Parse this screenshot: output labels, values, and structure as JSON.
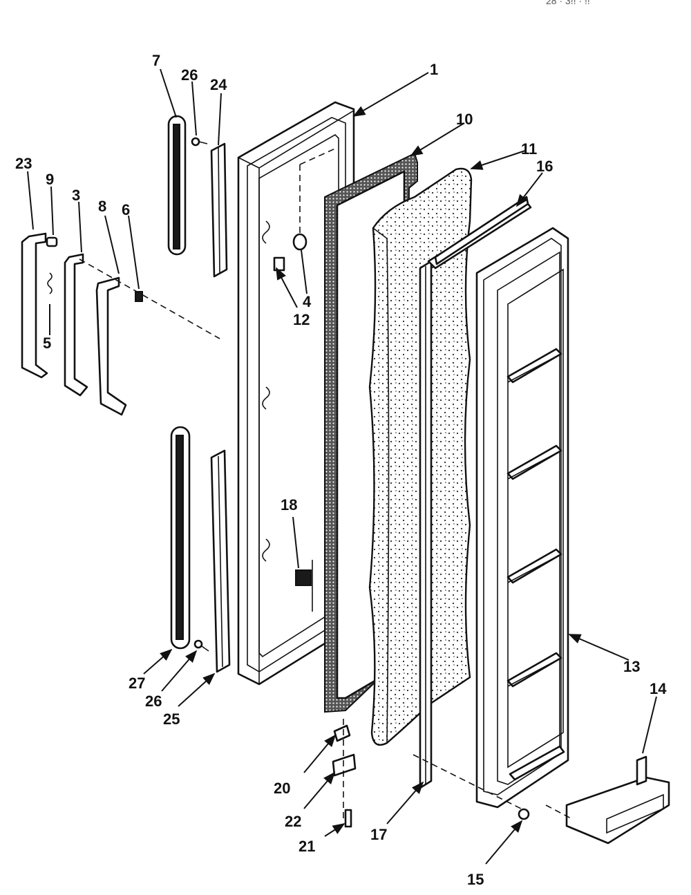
{
  "header": {
    "fragment": "28 · 3!! · !!"
  },
  "callouts": [
    {
      "id": "1",
      "text": "1"
    },
    {
      "id": "3",
      "text": "3"
    },
    {
      "id": "4",
      "text": "4"
    },
    {
      "id": "5",
      "text": "5"
    },
    {
      "id": "6",
      "text": "6"
    },
    {
      "id": "7",
      "text": "7"
    },
    {
      "id": "8",
      "text": "8"
    },
    {
      "id": "9",
      "text": "9"
    },
    {
      "id": "10",
      "text": "10"
    },
    {
      "id": "11",
      "text": "11"
    },
    {
      "id": "12",
      "text": "12"
    },
    {
      "id": "13",
      "text": "13"
    },
    {
      "id": "14",
      "text": "14"
    },
    {
      "id": "15",
      "text": "15"
    },
    {
      "id": "16",
      "text": "16"
    },
    {
      "id": "17",
      "text": "17"
    },
    {
      "id": "18",
      "text": "18"
    },
    {
      "id": "20",
      "text": "20"
    },
    {
      "id": "21",
      "text": "21"
    },
    {
      "id": "22",
      "text": "22"
    },
    {
      "id": "23",
      "text": "23"
    },
    {
      "id": "24",
      "text": "24"
    },
    {
      "id": "25",
      "text": "25"
    },
    {
      "id": "26a",
      "text": "26"
    },
    {
      "id": "26b",
      "text": "26"
    },
    {
      "id": "27",
      "text": "27"
    }
  ]
}
